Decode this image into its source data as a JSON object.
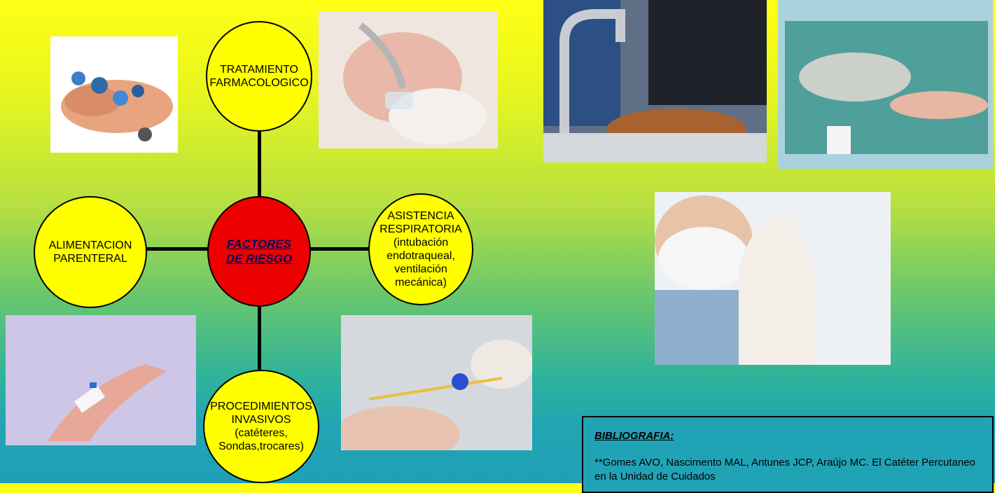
{
  "diagram": {
    "center": "FACTORES\nDE RIESGO",
    "top": "TRATAMIENTO\nFARMACOLOGICO",
    "left": "ALIMENTACION\nPARENTERAL",
    "right": "ASISTENCIA\nRESPIRATORIA\n(intubación\nendotraqueal,\nventilación\nmecánica)",
    "bottom": "PROCEDIMIENTOS\nINVASIVOS\n(catéteres,\nSondas,trocares)"
  },
  "bibliography": {
    "title": "BIBLIOGRAFIA:",
    "text": "**Gomes AVO, Nascimento MAL, Antunes JCP, Araújo MC. El Catéter Percutaneo en la Unidad de Cuidados"
  },
  "colors": {
    "bubble": "#ffff00",
    "center_bubble": "#ee0000",
    "center_text": "#000a66"
  }
}
